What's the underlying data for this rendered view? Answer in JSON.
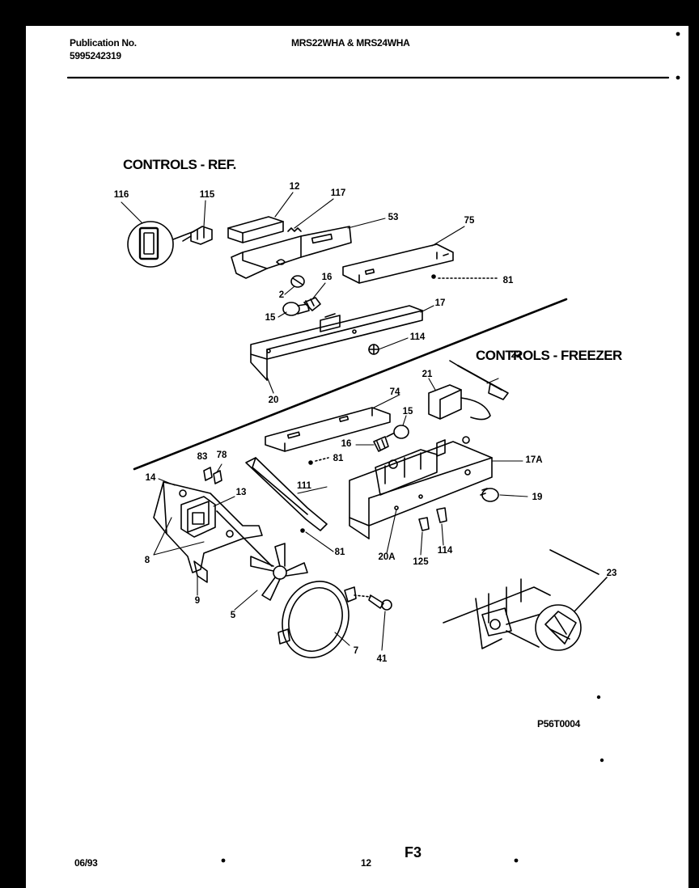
{
  "header": {
    "publication_label": "Publication No.",
    "publication_number": "5995242319",
    "models": "MRS22WHA & MRS24WHA"
  },
  "sections": {
    "ref_title": "CONTROLS - REF.",
    "freezer_title": "CONTROLS - FREEZER"
  },
  "callouts": {
    "c116": "116",
    "c115": "115",
    "c12": "12",
    "c117": "117",
    "c53": "53",
    "c75": "75",
    "c81a": "81",
    "c2": "2",
    "c16a": "16",
    "c15a": "15",
    "c17": "17",
    "c114a": "114",
    "c20": "20",
    "c22": "22",
    "c21": "21",
    "c74": "74",
    "c15b": "15",
    "c16b": "16",
    "c81b": "81",
    "c17a": "17A",
    "c19": "19",
    "c83": "83",
    "c78": "78",
    "c14": "14",
    "c13": "13",
    "c111": "111",
    "c8": "8",
    "c81c": "81",
    "c20a": "20A",
    "c125": "125",
    "c114b": "114",
    "c9": "9",
    "c5": "5",
    "c7": "7",
    "c41": "41",
    "c23": "23"
  },
  "footer": {
    "diagram_code": "P56T0004",
    "date": "06/93",
    "page": "12",
    "figure": "F3"
  }
}
